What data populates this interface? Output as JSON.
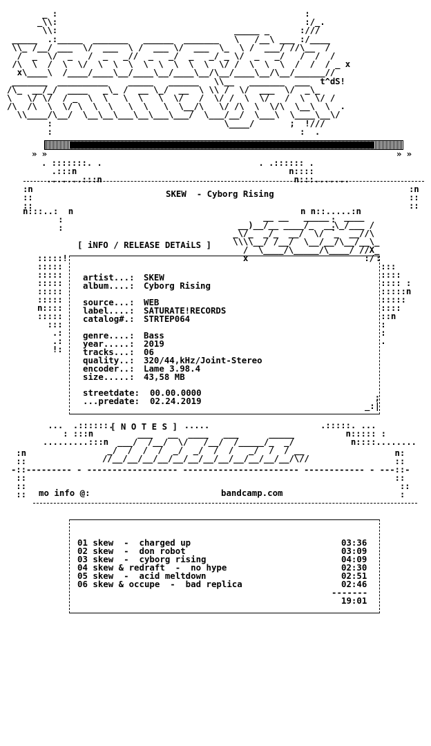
{
  "header": {
    "release_title": "SKEW  - Cyborg Rising",
    "progress_fraction": 0.88,
    "signature": "t^dS!"
  },
  "info": {
    "section_title": "[ iNFO / RELEASE DETAiLS ]",
    "fields": [
      {
        "key": "artist...:",
        "value": "SKEW"
      },
      {
        "key": "album....:",
        "value": "Cyborg Rising"
      },
      {
        "key": "",
        "value": ""
      },
      {
        "key": "source...:",
        "value": "WEB"
      },
      {
        "key": "label....:",
        "value": "SATURATE!RECORDS"
      },
      {
        "key": "catalog#.:",
        "value": "STRTEP064"
      },
      {
        "key": "",
        "value": ""
      },
      {
        "key": "genre....:",
        "value": "Bass"
      },
      {
        "key": "year.....:",
        "value": "2019"
      },
      {
        "key": "tracks...:",
        "value": "06"
      },
      {
        "key": "quality..:",
        "value": "320/44,kHz/Joint-Stereo"
      },
      {
        "key": "encoder..:",
        "value": "Lame 3.98.4"
      },
      {
        "key": "size.....:",
        "value": "43,58 MB"
      }
    ],
    "streetdate_key": "streetdate:",
    "streetdate_value": "00.00.0000",
    "predate_key": "...predate:",
    "predate_value": "02.24.2019"
  },
  "notes": {
    "section_title": "[ N O T E S ]",
    "more_info_label": "mo info @:",
    "more_info_value": "bandcamp.com"
  },
  "tracklist": {
    "tracks": [
      {
        "title": "01 skew  -  charged up",
        "time": "03:36"
      },
      {
        "title": "02 skew  -  don robot",
        "time": "03:09"
      },
      {
        "title": "03 skew  -  cyborg rising",
        "time": "04:09"
      },
      {
        "title": "04 skew & redraft  -  no hype",
        "time": "02:30"
      },
      {
        "title": "05 skew  -  acid meltdown",
        "time": "02:51"
      },
      {
        "title": "06 skew & occupe  -  bad replica",
        "time": "02:46"
      }
    ],
    "separator": "-------",
    "total": "19:01"
  }
}
